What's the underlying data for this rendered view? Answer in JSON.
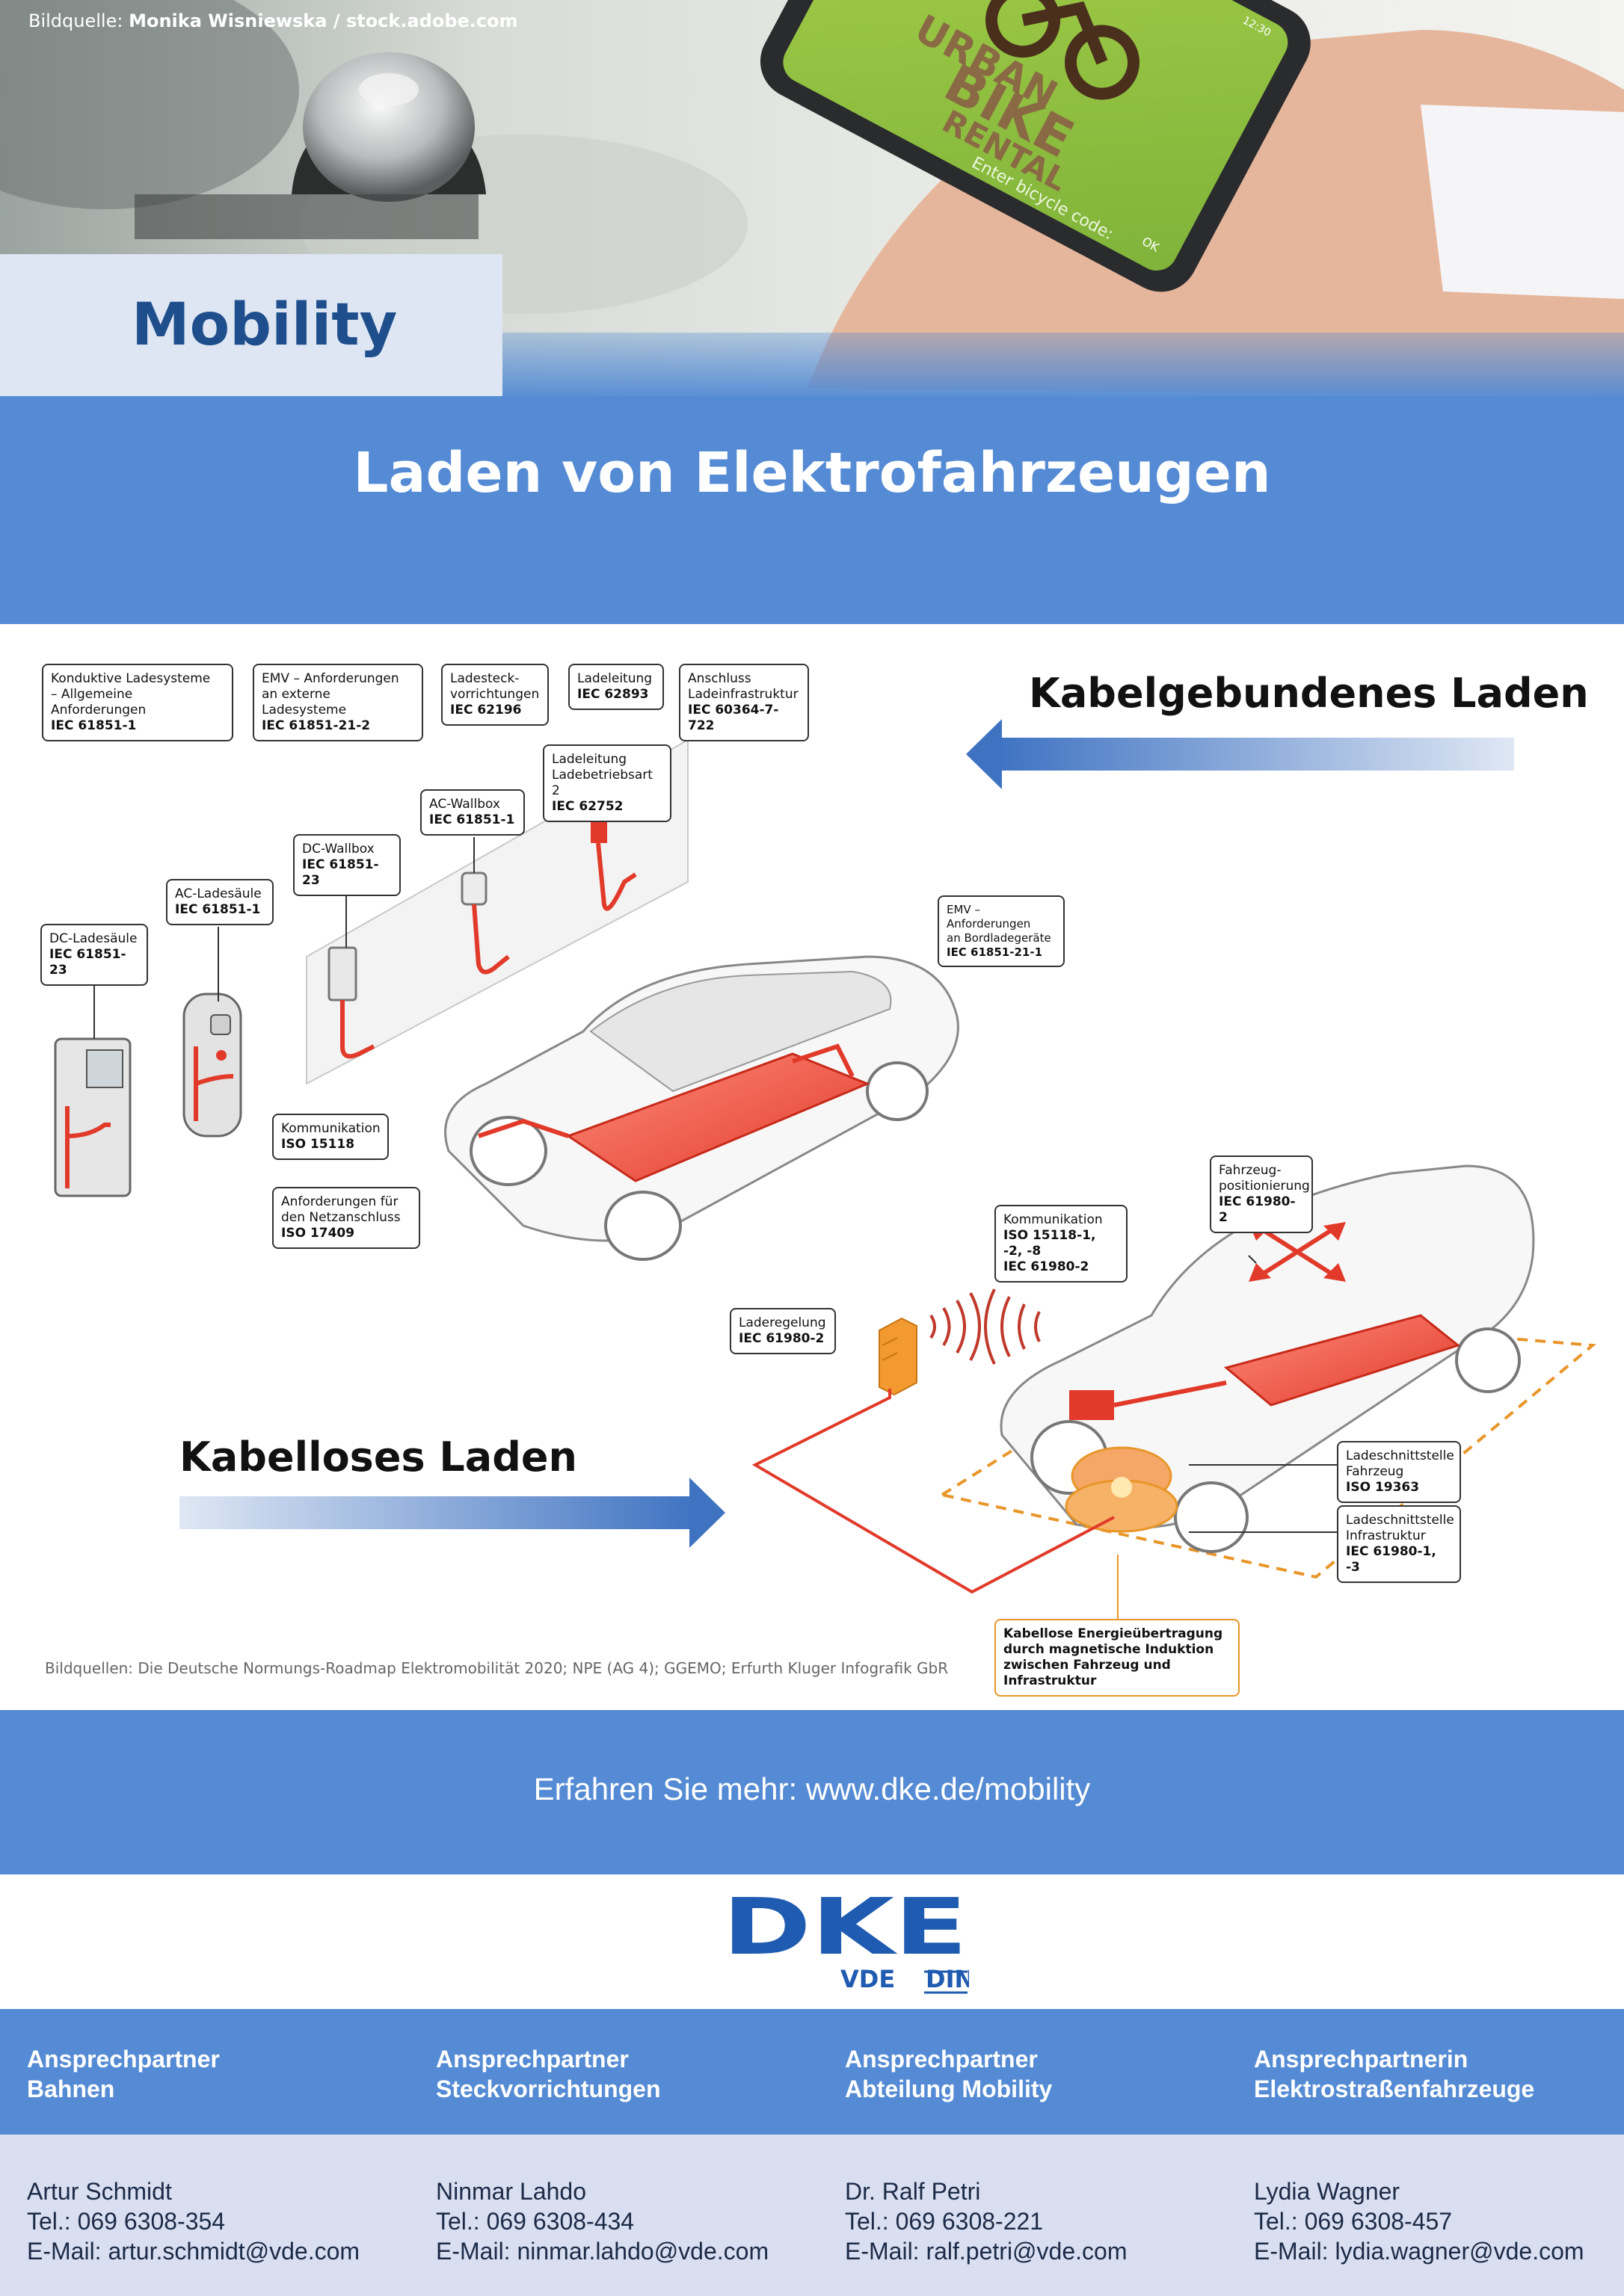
{
  "header": {
    "credit_label": "Bildquelle:",
    "credit_author": "Monika Wisniewska / stock.adobe.com",
    "section": "Mobility",
    "title": "Laden von Elektrofahrzeugen",
    "phone_app": {
      "brand_line1": "URBAN",
      "brand_line2": "BIKE",
      "brand_line3": "RENTAL",
      "input_hint": "Enter bicycle code:",
      "ok": "OK",
      "clock": "12:30"
    }
  },
  "diagram": {
    "wired_heading": "Kabelgebundenes Laden",
    "wireless_heading": "Kabelloses Laden",
    "labels": {
      "konduktiv": {
        "l1": "Konduktive Ladesysteme",
        "l2": "– Allgemeine Anforderungen",
        "n": "IEC 61851-1"
      },
      "emv_extern": {
        "l1": "EMV – Anforderungen",
        "l2": "an externe Ladesysteme",
        "n": "IEC 61851-21-2"
      },
      "ladesteck": {
        "l1": "Ladesteck-",
        "l2": "vorrichtungen",
        "n": "IEC 62196"
      },
      "ladeleitung": {
        "l1": "Ladeleitung",
        "n": "IEC 62893"
      },
      "anschluss": {
        "l1": "Anschluss",
        "l2": "Ladeinfrastruktur",
        "n": "IEC 60364-7-722"
      },
      "ladeleitung2": {
        "l1": "Ladeleitung",
        "l2": "Ladebetriebsart 2",
        "n": "IEC 62752"
      },
      "ac_wallbox": {
        "l1": "AC-Wallbox",
        "n": "IEC 61851-1"
      },
      "dc_wallbox": {
        "l1": "DC-Wallbox",
        "n": "IEC 61851-23"
      },
      "ac_saeule": {
        "l1": "AC-Ladesäule",
        "n": "IEC 61851-1"
      },
      "dc_saeule": {
        "l1": "DC-Ladesäule",
        "n": "IEC 61851-23"
      },
      "emv_bord": {
        "l1": "EMV – Anforderungen",
        "l2": "an Bordladegeräte",
        "n": "IEC 61851-21-1"
      },
      "kommunikation": {
        "l1": "Kommunikation",
        "n": "ISO 15118"
      },
      "netzanschluss": {
        "l1": "Anforderungen für",
        "l2": "den Netzanschluss",
        "n": "ISO 17409"
      },
      "positionierung": {
        "l1": "Fahrzeug-",
        "l2": "positionierung",
        "n": "IEC 61980-2"
      },
      "kommunikation2": {
        "l1": "Kommunikation",
        "n": "ISO 15118-1, -2, -8",
        "n2": "IEC 61980-2"
      },
      "laderegelung": {
        "l1": "Laderegelung",
        "n": "IEC 61980-2"
      },
      "schnitt_fzg": {
        "l1": "Ladeschnittstelle",
        "l2": "Fahrzeug",
        "n": "ISO 19363"
      },
      "schnitt_infra": {
        "l1": "Ladeschnittstelle",
        "l2": "Infrastruktur",
        "n": "IEC 61980-1, -3"
      },
      "kabellos": {
        "l1": "Kabellose Energieübertragung",
        "l2": "durch magnetische Induktion",
        "l3": "zwischen Fahrzeug und Infrastruktur"
      }
    },
    "source_note": "Bildquellen: Die Deutsche Normungs-Roadmap Elektromobilität 2020; NPE (AG 4); GGEMO; Erfurth Kluger Infografik GbR"
  },
  "footer": {
    "more": "Erfahren Sie mehr: www.dke.de/mobility",
    "logo": {
      "main": "DKE",
      "sub1": "VDE",
      "sub2": "DIN"
    },
    "contacts": [
      {
        "head1": "Ansprechpartner",
        "head2": "Bahnen",
        "name": "Artur Schmidt",
        "tel": "Tel.: 069 6308-354",
        "mail": "E-Mail: artur.schmidt@vde.com"
      },
      {
        "head1": "Ansprechpartner",
        "head2": "Steckvorrichtungen",
        "name": "Ninmar Lahdo",
        "tel": "Tel.: 069 6308-434",
        "mail": "E-Mail: ninmar.lahdo@vde.com"
      },
      {
        "head1": "Ansprechpartner",
        "head2": "Abteilung Mobility",
        "name": "Dr. Ralf Petri",
        "tel": "Tel.: 069 6308-221",
        "mail": "E-Mail: ralf.petri@vde.com"
      },
      {
        "head1": "Ansprechpartnerin",
        "head2": "Elektrostraßenfahrzeuge",
        "name": "Lydia Wagner",
        "tel": "Tel.: 069 6308-457",
        "mail": "E-Mail: lydia.wagner@vde.com"
      }
    ]
  },
  "colors": {
    "brand_blue": "#558bd4",
    "dark_blue": "#1f4e8c",
    "charge_red": "#e23a2a",
    "induction_orange": "#f0a030",
    "contact_bg": "#d9dff0"
  }
}
